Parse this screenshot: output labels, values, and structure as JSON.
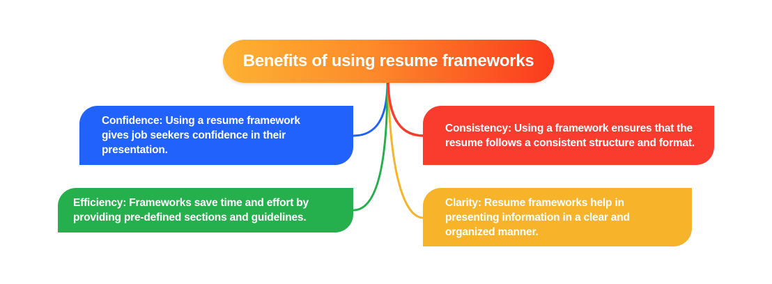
{
  "title": "Benefits of using resume frameworks",
  "nodes": [
    {
      "text": "Confidence: Using a resume framework gives job seekers confidence in their presentation.",
      "color": "#2062fb"
    },
    {
      "text": "Consistency: Using a framework ensures that the resume follows a consistent structure and format.",
      "color": "#fa3c2f"
    },
    {
      "text": "Efficiency: Frameworks save time and effort by providing pre-defined sections and guidelines.",
      "color": "#26b04d"
    },
    {
      "text": "Clarity: Resume frameworks help in presenting information in a clear and organized manner.",
      "color": "#f7b42b"
    }
  ]
}
